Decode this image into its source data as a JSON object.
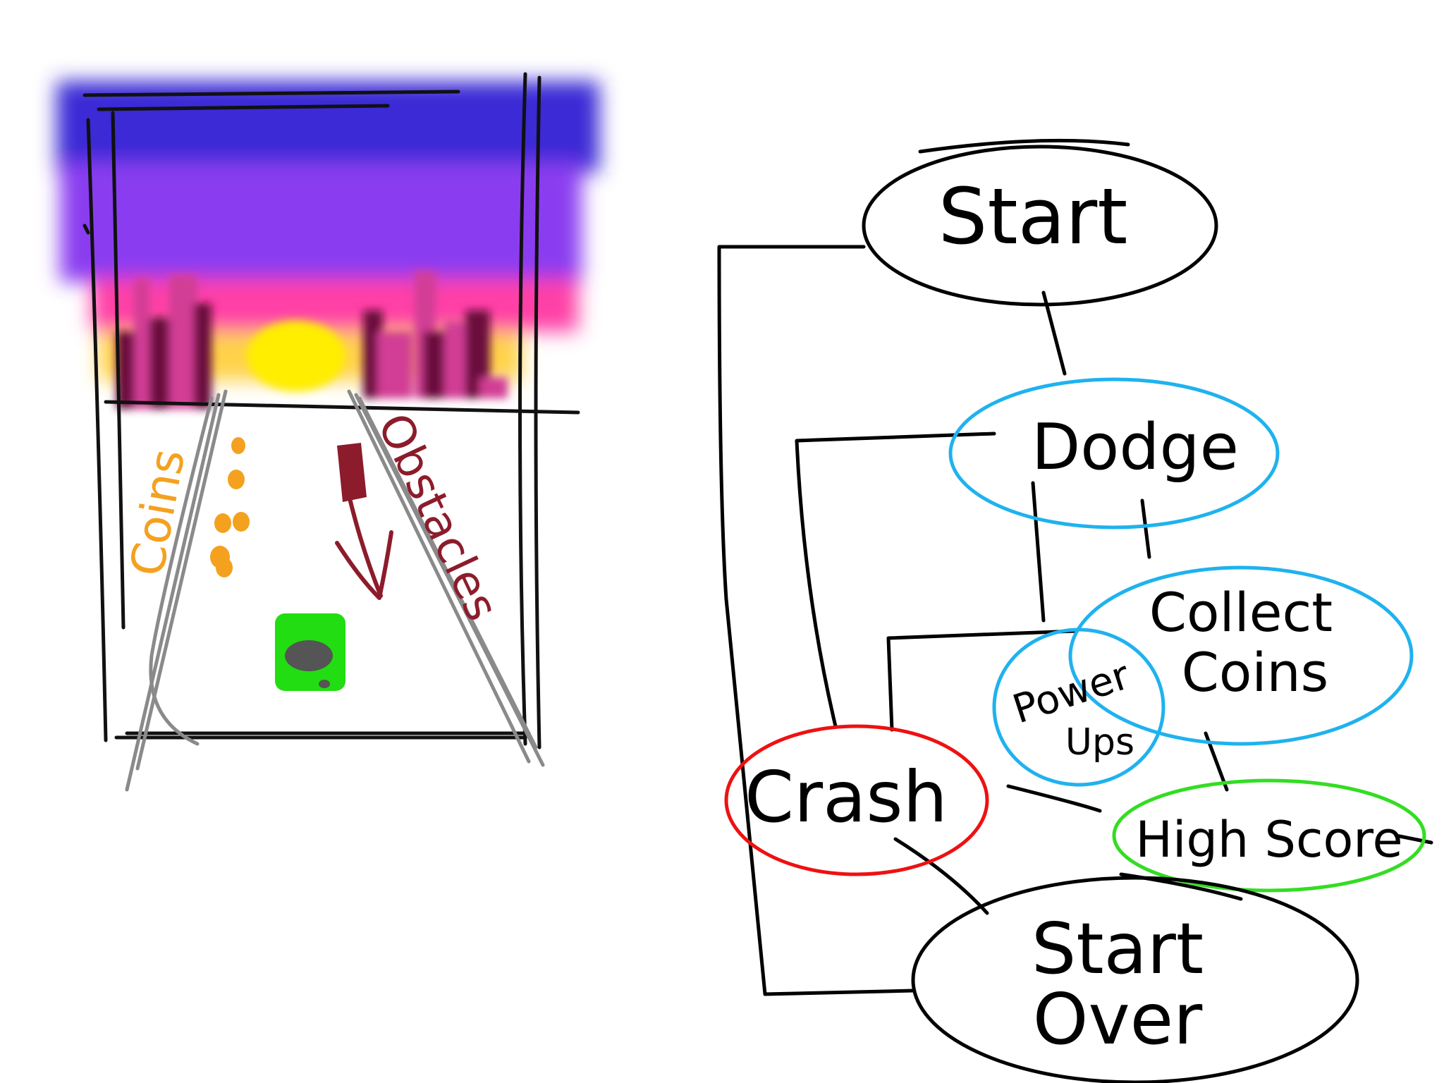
{
  "sketch": {
    "labels": {
      "coins": "Coins",
      "obstacles": "Obstacles"
    },
    "colors": {
      "sky_top": "#3a2bd6",
      "sky_mid": "#8a3ef0",
      "horizon_pink": "#ff3fa6",
      "sun": "#ffee00",
      "city_dark": "#6a0f3c",
      "city_pink": "#d23d95",
      "coin": "#f4a11f",
      "obstacle": "#8c1c2b",
      "player": "#22dd11",
      "road_line": "#8a8a8a"
    }
  },
  "flowchart": {
    "nodes": {
      "start": {
        "label": "Start",
        "color": "#000000"
      },
      "dodge": {
        "label": "Dodge",
        "color": "#1fb2ee"
      },
      "collect": {
        "label_line1": "Collect",
        "label_line2": "Coins",
        "color": "#1fb2ee"
      },
      "powerups": {
        "label_line1": "Power",
        "label_line2": "Ups",
        "color": "#1fb2ee"
      },
      "crash": {
        "label": "Crash",
        "color": "#ee1111"
      },
      "highscore": {
        "label": "High Score",
        "color": "#33dd22"
      },
      "startover": {
        "label_line1": "Start",
        "label_line2": "Over",
        "color": "#000000"
      }
    }
  }
}
